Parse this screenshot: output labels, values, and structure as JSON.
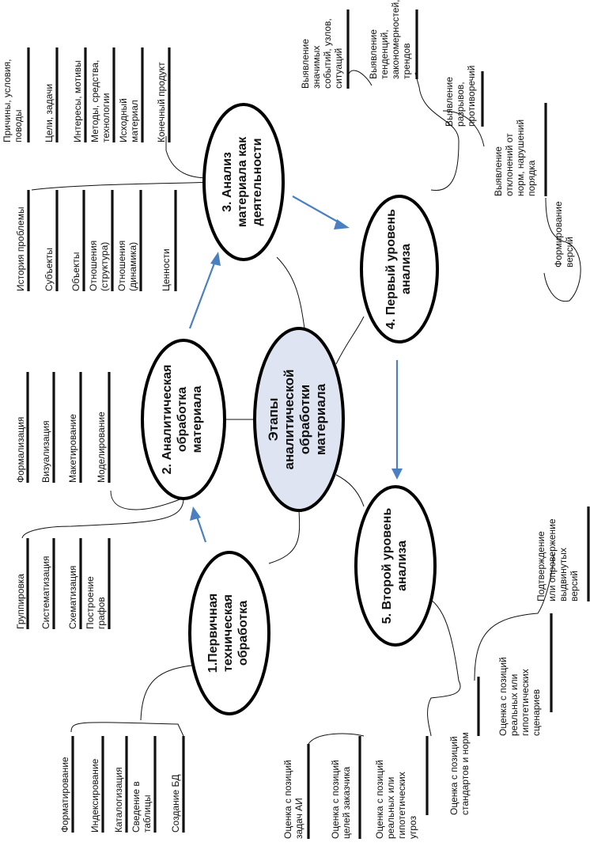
{
  "center": [
    "Этапы",
    "аналитической",
    "обработки",
    "материала"
  ],
  "stage1": {
    "title": [
      "1.Первичная",
      "техническая",
      "обработка"
    ],
    "items": [
      "Форматирование",
      "Индексирование",
      "Каталогизация",
      "Сведение в",
      "таблицы",
      "Создание БД"
    ]
  },
  "stage2": {
    "title": [
      "2. Аналитическая",
      "обработка",
      "материала"
    ],
    "items_a": [
      "Группировка",
      "Систематизация",
      "Схематизация",
      "Построение",
      "графов"
    ],
    "items_b": [
      "Формализация",
      "Визуализация",
      "Макетирование",
      "Моделирование"
    ]
  },
  "stage3": {
    "title": [
      "3. Анализ",
      "материала как",
      "деятельности"
    ],
    "items_a": [
      "Причины, условия,",
      "поводы",
      "Цели, задачи",
      "Интересы, мотивы",
      "Методы, средства,",
      "технологии",
      "Исходный",
      "материал",
      "Конечный продукт"
    ],
    "items_b": [
      "История проблемы",
      "Субъекты",
      "Объекты",
      "Отношения",
      "(структура)",
      "Отношения",
      "(динамика)",
      "Ценности"
    ]
  },
  "stage4": {
    "title": [
      "4. Первый уровень",
      "анализа"
    ],
    "items": [
      "Выявление",
      "значимых",
      "событий, узлов,",
      "ситуаций",
      "Выявление",
      "тенденций,",
      "закономерностей,",
      "трендов",
      "Выявление",
      "разрывов,",
      "противоречий",
      "Выявление",
      "отклонений от",
      "норм, нарушений",
      "порядка",
      "Формирование",
      "версий"
    ]
  },
  "stage5": {
    "title": [
      "5. Второй уровень",
      "анализа"
    ],
    "items": [
      "Оценка с позиций",
      "задач АИ",
      "Оценка с позиций",
      "целей заказчика",
      "Оценка с позиций",
      "реальных или",
      "гипотетических",
      "угроз",
      "Оценка с позиций",
      "стандартов и норм",
      "Оценка с позиций",
      "реальных или",
      "гипотетических",
      "сценариев",
      "Подтверждение",
      "или опровержение",
      "выдвинутых",
      "версий"
    ]
  }
}
